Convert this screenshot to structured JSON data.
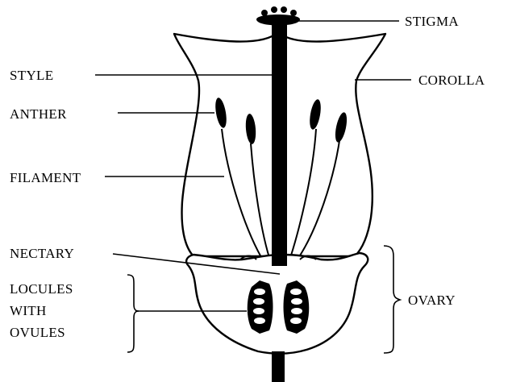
{
  "labels": {
    "stigma": "STIGMA",
    "style": "STYLE",
    "corolla": "COROLLA",
    "anther": "ANTHER",
    "filament": "FILAMENT",
    "nectary": "NECTARY",
    "locules_line1": "LOCULES",
    "locules_line2": "WITH",
    "locules_line3": "OVULES",
    "ovary": "OVARY"
  }
}
